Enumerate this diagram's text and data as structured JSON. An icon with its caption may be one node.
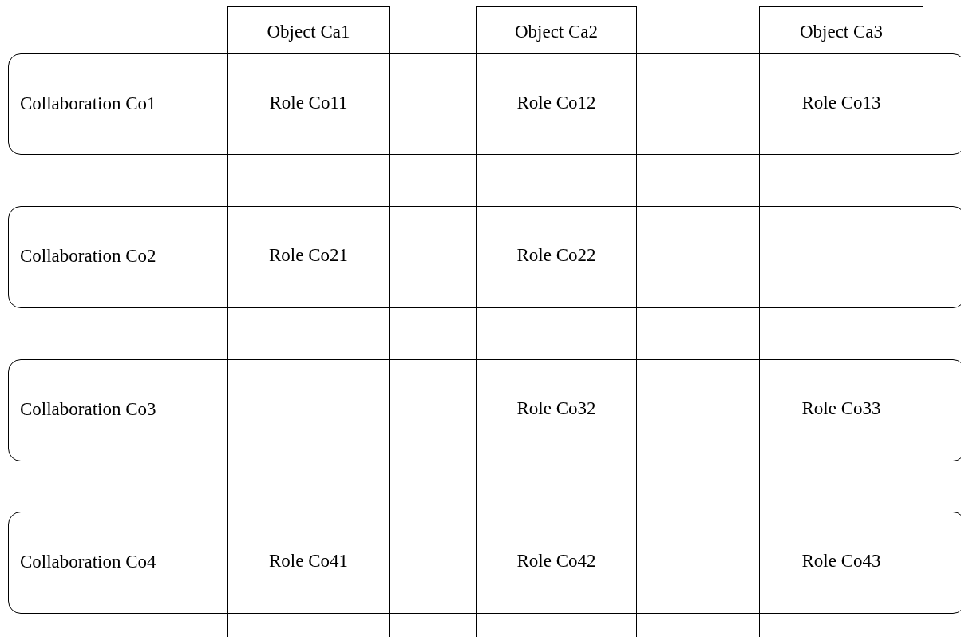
{
  "diagram": {
    "nodes": [
      {
        "text": [
          "Object Ca1"
        ]
      },
      {
        "text": [
          "Object Ca2"
        ]
      },
      {
        "text": [
          "Object Ca3"
        ]
      },
      {
        "text": [
          "Collaboration Co1"
        ]
      },
      {
        "text": [
          "Collaboration Co2"
        ]
      },
      {
        "text": [
          "Collaboration Co3"
        ]
      },
      {
        "text": [
          "Collaboration Co4"
        ]
      }
    ],
    "edges": [],
    "labels": [
      "Role Co11",
      "Role Co12",
      "Role Co13",
      "Role Co21",
      "Role Co22",
      "Role Co32",
      "Role Co33",
      "Role Co41",
      "Role Co42",
      "Role Co43"
    ]
  }
}
